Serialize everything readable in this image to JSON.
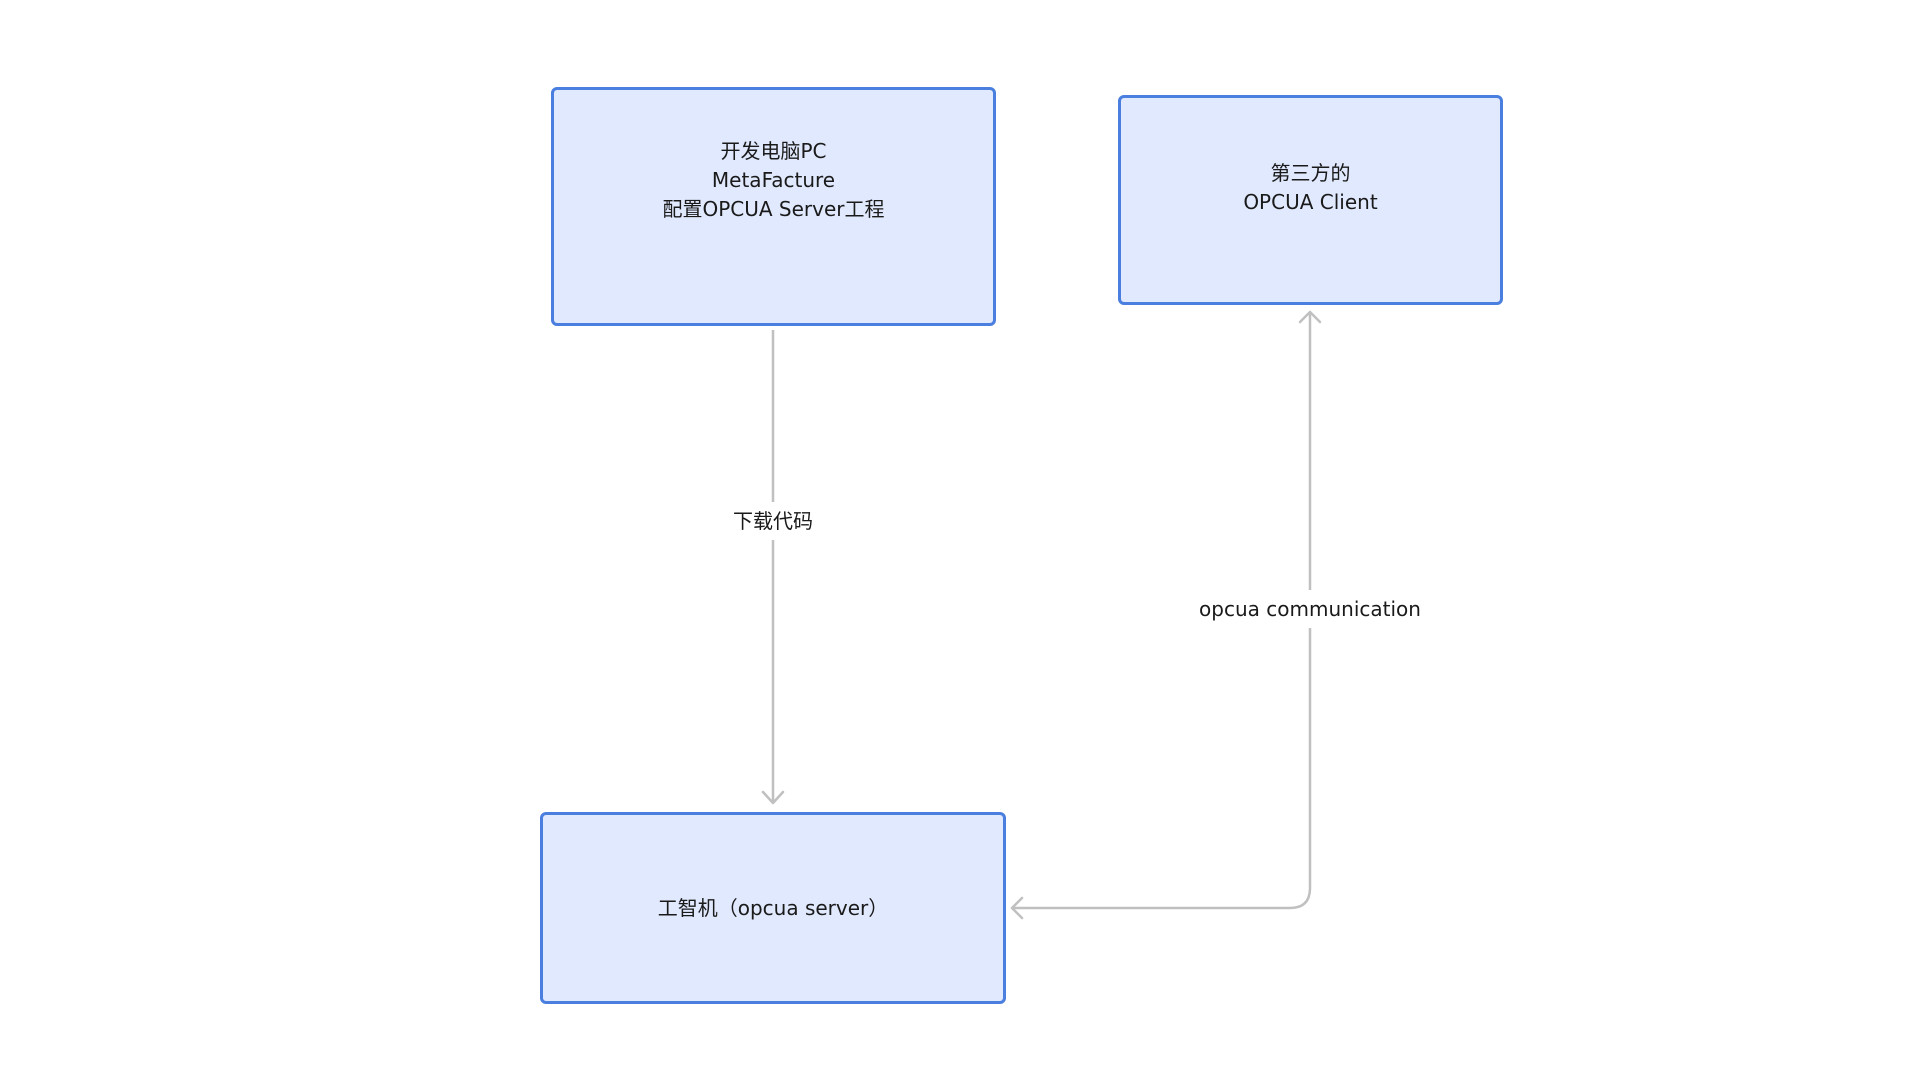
{
  "nodes": {
    "dev_pc": {
      "lines": [
        "开发电脑PC",
        "MetaFacture",
        "配置OPCUA Server工程"
      ]
    },
    "client": {
      "lines": [
        "第三方的",
        "OPCUA Client"
      ]
    },
    "ipc": {
      "lines": [
        "工智机（opcua server）"
      ]
    }
  },
  "edges": {
    "download": {
      "label": "下载代码",
      "from": "dev_pc",
      "to": "ipc"
    },
    "communication": {
      "label": "opcua communication",
      "from": "client",
      "to": "ipc"
    }
  },
  "colors": {
    "node_fill": "#e0e9fd",
    "node_border": "#4a7fe0",
    "edge": "#c0c0c0",
    "text": "#1a1a1a"
  }
}
